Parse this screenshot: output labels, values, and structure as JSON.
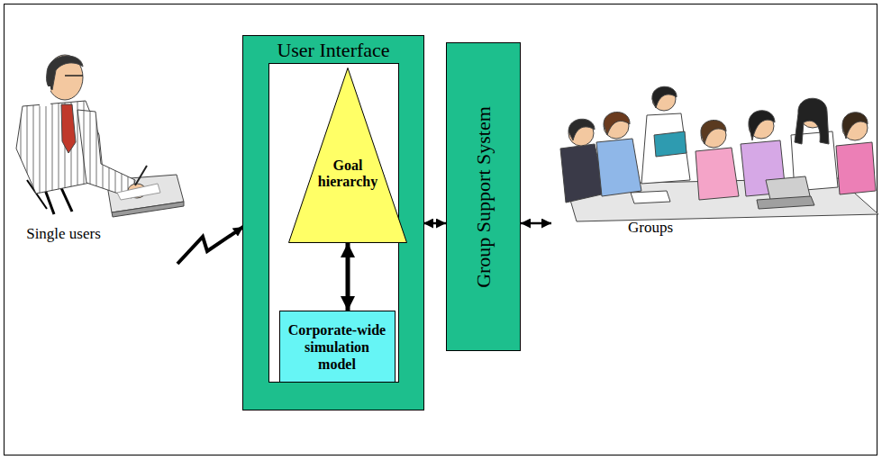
{
  "diagram": {
    "nodes": [
      {
        "text": [
          "Single users"
        ]
      },
      {
        "text": [
          "User Interface"
        ]
      },
      {
        "text": [
          "Goal hierarchy"
        ],
        "in": 1
      },
      {
        "text": [
          "Corporate-wide simulation model"
        ],
        "in": 1
      },
      {
        "text": [
          "Group Support System"
        ]
      },
      {
        "text": [
          "Groups"
        ]
      }
    ],
    "edges": [
      {
        "from": 0,
        "to": 1,
        "arrow": "to"
      },
      {
        "from": 2,
        "to": 3,
        "arrow": "both"
      },
      {
        "from": 1,
        "to": 4,
        "arrow": "both"
      },
      {
        "from": 4,
        "to": 5,
        "arrow": "both"
      }
    ]
  }
}
